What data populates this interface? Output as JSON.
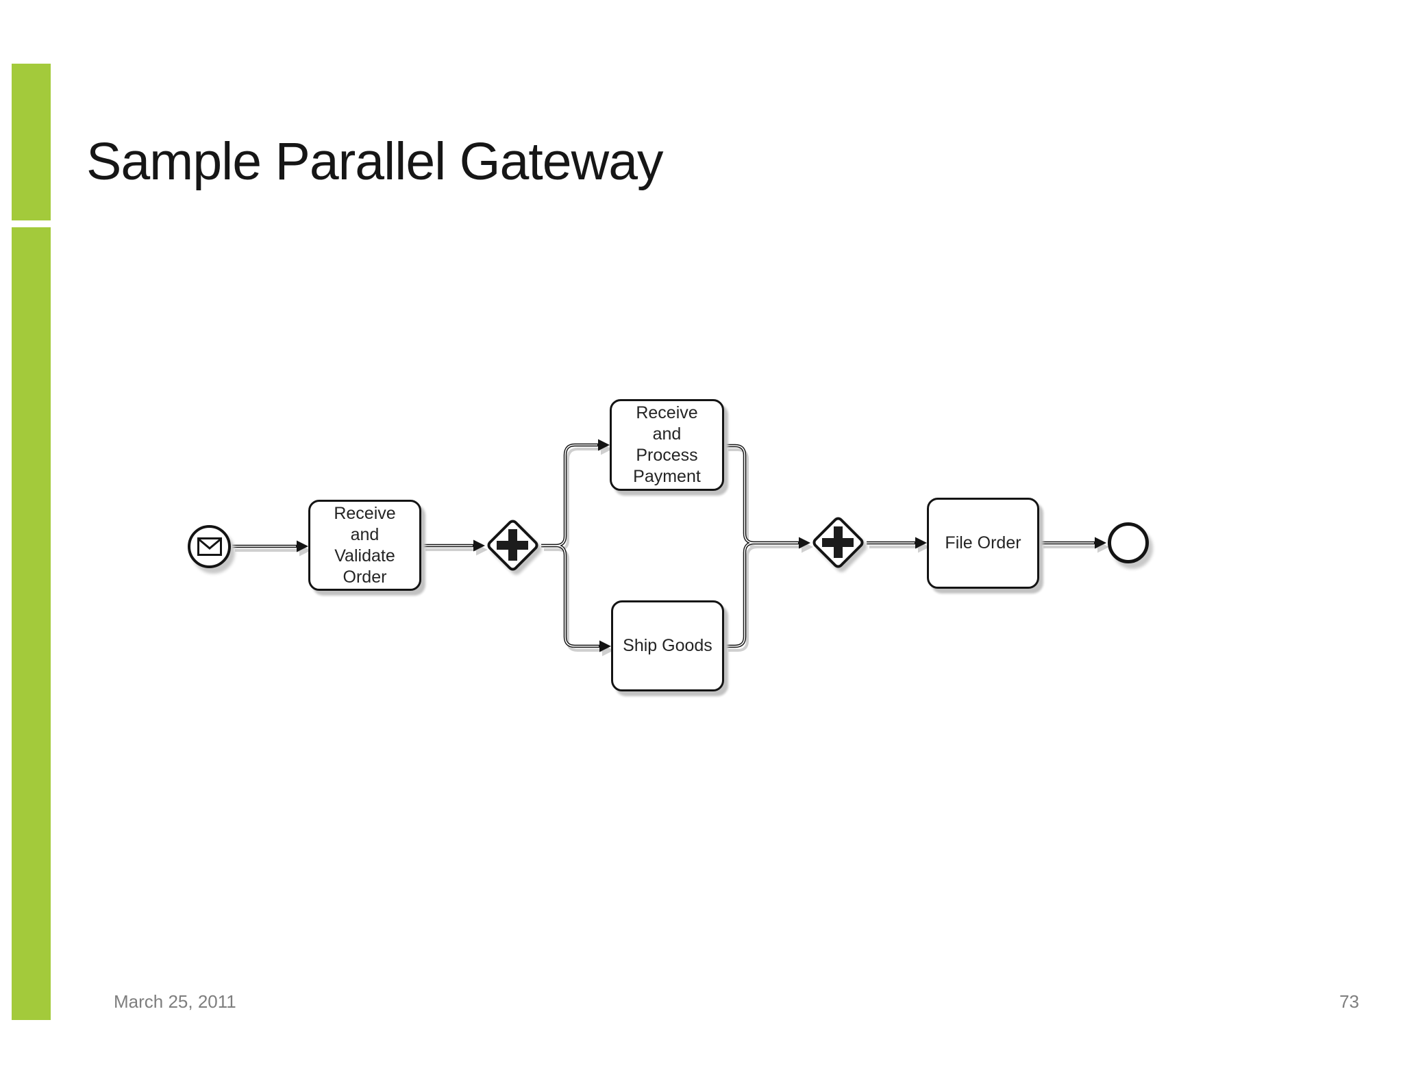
{
  "slide": {
    "title": "Sample Parallel Gateway",
    "footer": {
      "date": "March 25, 2011",
      "page_number": "73"
    }
  },
  "theme": {
    "accent_green": "#a3ca3b",
    "ink_black": "#141414",
    "shadow_gray": "#c4c4c4",
    "footer_gray": "#7e7e7e",
    "background": "#ffffff"
  },
  "diagram": {
    "type": "bpmn_process_flow",
    "start_event": {
      "kind": "message start event",
      "icon": "envelope-icon"
    },
    "tasks": [
      {
        "label": "Receive\nand\nValidate\nOrder"
      },
      {
        "label": "Receive\nand\nProcess\nPayment"
      },
      {
        "label": "Ship Goods"
      },
      {
        "label": "File Order"
      }
    ],
    "gateways": [
      {
        "kind": "parallel",
        "symbol": "+",
        "role": "split"
      },
      {
        "kind": "parallel",
        "symbol": "+",
        "role": "join"
      }
    ],
    "end_event": {
      "kind": "end event"
    },
    "flow_sequence": "start → Receive and Validate Order → parallel split → [Receive and Process Payment | Ship Goods] → parallel join → File Order → end"
  }
}
